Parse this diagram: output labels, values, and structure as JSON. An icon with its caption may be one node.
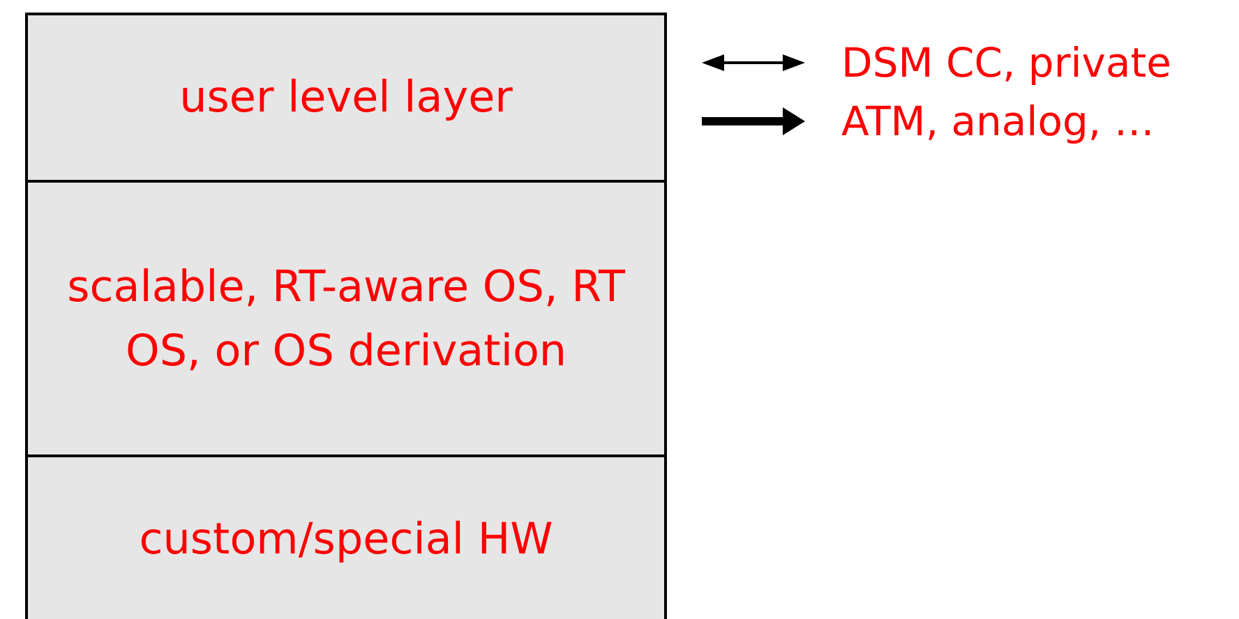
{
  "diagram": {
    "nodes": [
      {
        "text": [
          "user level layer"
        ]
      },
      {
        "text": [
          "scalable, RT-aware OS, RT OS, or OS derivation"
        ]
      },
      {
        "text": [
          "custom/special HW"
        ]
      }
    ],
    "edges": [],
    "legend": [
      {
        "text": "DSM CC, private"
      },
      {
        "text": "ATM, analog, …"
      }
    ]
  }
}
